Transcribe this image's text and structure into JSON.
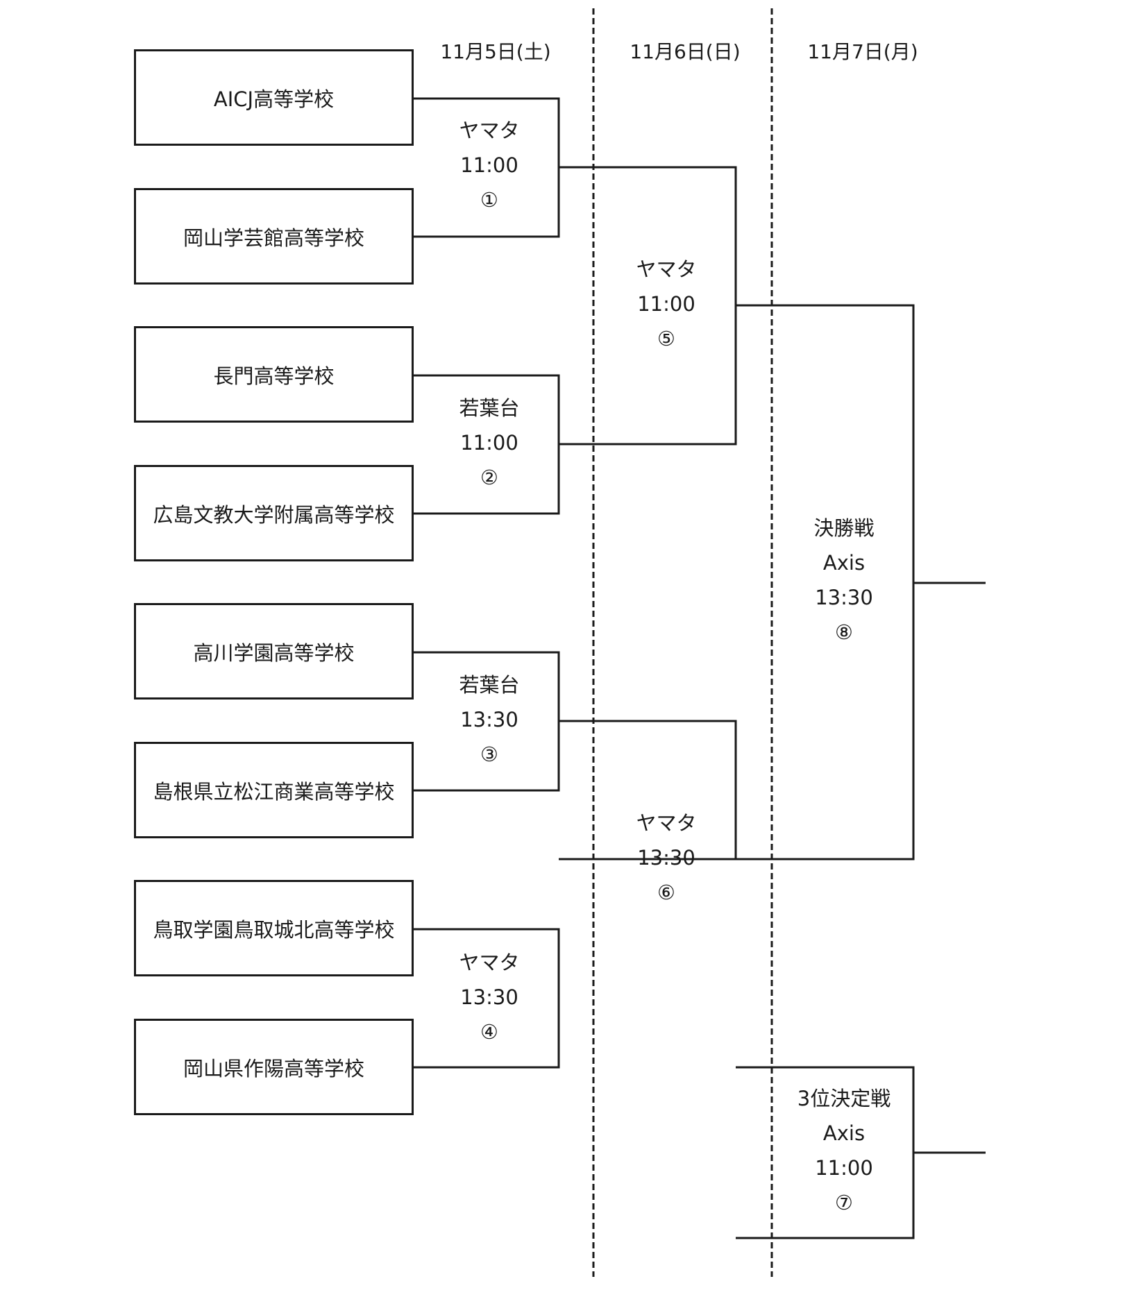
{
  "days": [
    "11月5日(土)",
    "11月6日(日)",
    "11月7日(月)"
  ],
  "teams": [
    "AICJ高等学校",
    "岡山学芸館高等学校",
    "長門高等学校",
    "広島文教大学附属高等学校",
    "高川学園高等学校",
    "島根県立松江商業高等学校",
    "鳥取学園鳥取城北高等学校",
    "岡山県作陽高等学校"
  ],
  "matches": [
    {
      "venue": "ヤマタ",
      "time": "11:00",
      "number": "①"
    },
    {
      "venue": "若葉台",
      "time": "11:00",
      "number": "②"
    },
    {
      "venue": "若葉台",
      "time": "13:30",
      "number": "③"
    },
    {
      "venue": "ヤマタ",
      "time": "13:30",
      "number": "④"
    },
    {
      "venue": "ヤマタ",
      "time": "11:00",
      "number": "⑤"
    },
    {
      "venue": "ヤマタ",
      "time": "13:30",
      "number": "⑥"
    },
    {
      "title": "3位決定戦",
      "venue": "Axis",
      "time": "11:00",
      "number": "⑦"
    },
    {
      "title": "決勝戦",
      "venue": "Axis",
      "time": "13:30",
      "number": "⑧"
    }
  ]
}
